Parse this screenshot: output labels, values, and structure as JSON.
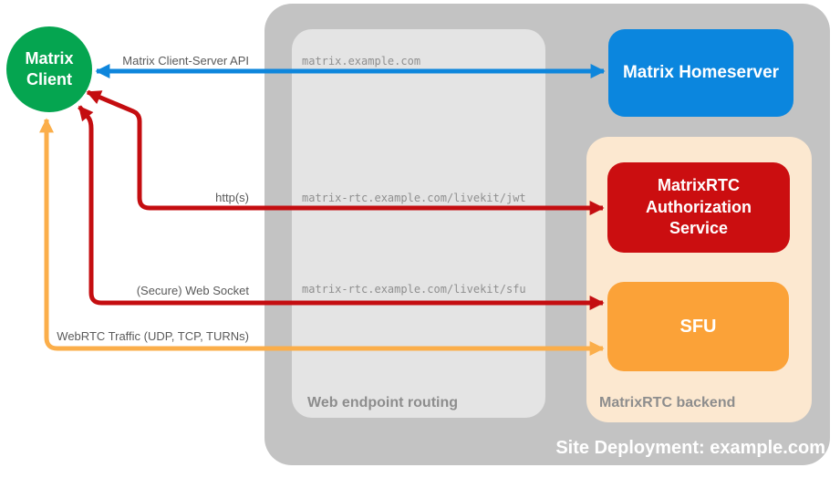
{
  "diagram": {
    "site": {
      "label": "Site Deployment: example.com",
      "bg": "#c3c3c3"
    },
    "routing": {
      "label": "Web endpoint routing",
      "bg": "#e4e4e4"
    },
    "backend": {
      "label": "MatrixRTC backend",
      "bg": "#fce8d0"
    },
    "nodes": {
      "client": {
        "label": "Matrix Client",
        "bg": "#05a550"
      },
      "homeserver": {
        "label": "Matrix Homeserver",
        "bg": "#0b86de"
      },
      "auth_service": {
        "label": "MatrixRTC Authorization Service",
        "bg": "#cb0e10"
      },
      "sfu": {
        "label": "SFU",
        "bg": "#fba238"
      }
    },
    "edges": {
      "cs_api": {
        "label": "Matrix Client-Server API",
        "route": "matrix.example.com",
        "color": "#0e86dc"
      },
      "http": {
        "label": "http(s)",
        "route": "matrix-rtc.example.com/livekit/jwt",
        "color": "#c40d10"
      },
      "websocket": {
        "label": "(Secure) Web Socket",
        "route": "matrix-rtc.example.com/livekit/sfu",
        "color": "#c40d10"
      },
      "webrtc": {
        "label": "WebRTC Traffic (UDP, TCP, TURNs)",
        "color": "#fbae4a"
      }
    }
  }
}
